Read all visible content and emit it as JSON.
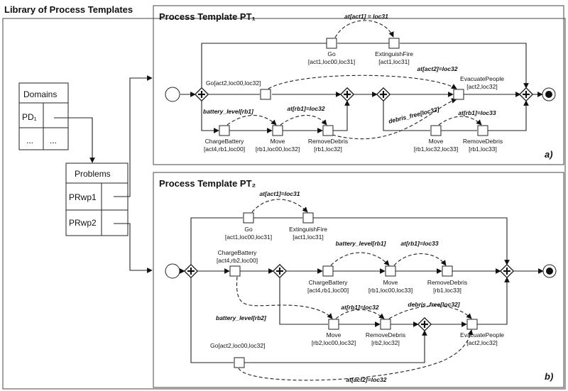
{
  "library_title": "Library of Process Templates",
  "domains": {
    "header": "Domains",
    "row1": "PD₁",
    "ellipsis_a": "...",
    "ellipsis_b": "..."
  },
  "problems": {
    "header": "Problems",
    "row1": "PRwp1",
    "row2": "PRwp2"
  },
  "pt1": {
    "title": "Process Template PT₁",
    "tag": "a)",
    "tasks": {
      "go": [
        "Go",
        "[act1,loc00,loc31]"
      ],
      "extinguish": [
        "ExtinguishFire",
        "[act1,loc31]"
      ],
      "go_top": "Go[act2,loc00,loc32]",
      "evacuate": [
        "EvacuatePeople",
        "[act2,loc32]"
      ],
      "charge": [
        "ChargeBattery",
        "[act4,rb1,loc00]"
      ],
      "move1": [
        "Move",
        "[rb1,loc00,loc32]"
      ],
      "remove1": [
        "RemoveDebris",
        "[rb1,loc32]"
      ],
      "move2": [
        "Move",
        "[rb1,loc32,loc33]"
      ],
      "remove2": [
        "RemoveDebris",
        "[rb1,loc33]"
      ]
    },
    "annotations": {
      "at_act1": "at[act1] = loc31",
      "at_act2": "at[act2]=loc32",
      "battery": "battery_level[rb1]",
      "at_rb1_32": "at[rb1]=loc32",
      "debris": "debris_free[loc32]",
      "at_rb1_33": "at[rb1]=loc33"
    }
  },
  "pt2": {
    "title": "Process Template PT₂",
    "tag": "b)",
    "tasks": {
      "go": [
        "Go",
        "[act1,loc00,loc31]"
      ],
      "extinguish": [
        "ExtinguishFire",
        "[act1,loc31]"
      ],
      "charge_rb2": [
        "ChargeBattery",
        "[act4,rb2,loc00]"
      ],
      "charge_rb1": [
        "ChargeBattery",
        "[act4,rb1,loc00]"
      ],
      "move_rb1": [
        "Move",
        "[rb1,loc00,loc33]"
      ],
      "remove_rb1": [
        "RemoveDebris",
        "[rb1,loc33]"
      ],
      "move_rb2": [
        "Move",
        "[rb2,loc00,loc32]"
      ],
      "remove_rb2": [
        "RemoveDebris",
        "[rb2,loc32]"
      ],
      "evacuate": [
        "EvacuatePeople",
        "[act2,loc32]"
      ],
      "go_bottom": "Go[act2,loc00,loc32]"
    },
    "annotations": {
      "at_act1": "at[act1]=loc31",
      "battery_rb1": "battery_level[rb1]",
      "at_rb1_33": "at[rb1]=loc33",
      "battery_rb2": "battery_level[rb2]",
      "at_rb1_32": "at[rb1]=loc32",
      "debris": "debris_free[loc32]",
      "at_act2": "at[act2]=loc32"
    }
  }
}
